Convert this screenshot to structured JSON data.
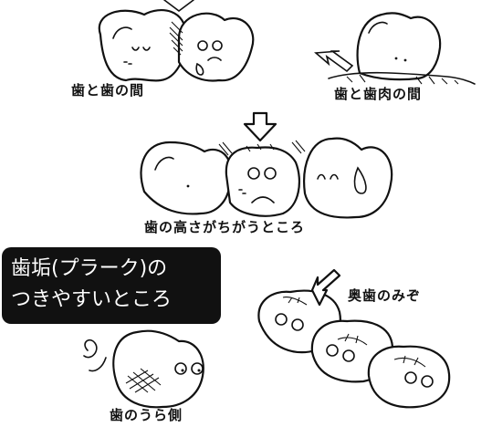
{
  "labels": {
    "between_teeth": "歯と歯の間",
    "teeth_and_gums": "歯と歯肉の間",
    "uneven_height": "歯の高さがちがうところ",
    "back_teeth_grooves": "奥歯のみぞ",
    "inner_side": "歯のうら側"
  },
  "title": {
    "line1": "歯垢(プラーク)の",
    "line2": "つきやすいところ"
  }
}
